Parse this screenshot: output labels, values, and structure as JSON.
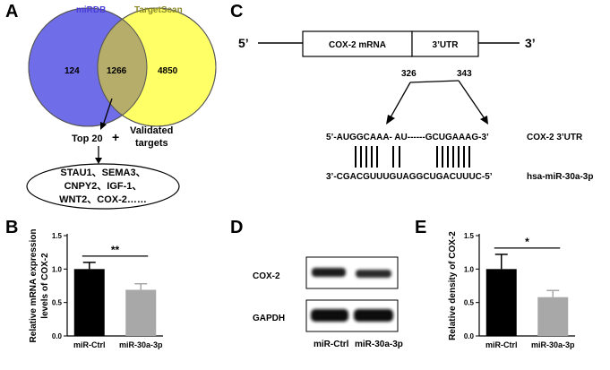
{
  "panels": {
    "a": {
      "letter": "A",
      "venn": {
        "left_label": "miRDB",
        "right_label": "TargetScan",
        "left_only": "124",
        "overlap": "1266",
        "right_only": "4850",
        "left_color": "#6f6de8",
        "right_color": "#ffff66",
        "overlap_color": "#b7ad6a",
        "left_label_color": "#4a3ed6",
        "right_label_color": "#8c8a2a"
      },
      "top_text": "Top 20",
      "plus": "+",
      "validated_line1": "Validated",
      "validated_line2": "targets",
      "genes": [
        "STAU1、SEMA3、",
        "CNPY2、IGF-1、",
        "WNT2、COX-2……"
      ]
    },
    "b": {
      "letter": "B",
      "significance": "**",
      "chart_data": {
        "type": "bar",
        "categories": [
          "miR-Ctrl",
          "miR-30a-3p"
        ],
        "values": [
          1.0,
          0.69
        ],
        "errors": [
          0.1,
          0.09
        ],
        "colors": [
          "#000000",
          "#a8a8a8"
        ],
        "ylabel": "Relative mRNA expression levels of COX-2",
        "ylim": [
          0,
          1.5
        ],
        "yticks": [
          "0.0",
          "0.5",
          "1.0",
          "1.5"
        ],
        "ytick_values": [
          0,
          0.5,
          1.0,
          1.5
        ]
      }
    },
    "c": {
      "letter": "C",
      "five_prime": "5’",
      "three_prime": "3’",
      "mrna_label": "COX-2 mRNA",
      "utr_label": "3’UTR",
      "pos_start": "326",
      "pos_end": "343",
      "seq_top": "5’-AUGGCAAA- AU------GCUGAAAG-3’",
      "seq_bottom": "3’-CGACGUUUGUAGGCUGACUUUC-5’",
      "label_top": "COX-2  3’UTR",
      "label_bottom": "hsa-miR-30a-3p"
    },
    "d": {
      "letter": "D",
      "rows": [
        "COX-2",
        "GAPDH"
      ],
      "lanes": [
        "miR-Ctrl",
        "miR-30a-3p"
      ]
    },
    "e": {
      "letter": "E",
      "significance": "*",
      "chart_data": {
        "type": "bar",
        "categories": [
          "miR-Ctrl",
          "miR-30a-3p"
        ],
        "values": [
          1.0,
          0.58
        ],
        "errors": [
          0.22,
          0.1
        ],
        "colors": [
          "#000000",
          "#a8a8a8"
        ],
        "ylabel": "Relative density of COX-2",
        "ylim": [
          0,
          1.5
        ],
        "yticks": [
          "0.0",
          "0.5",
          "1.0",
          "1.5"
        ],
        "ytick_values": [
          0,
          0.5,
          1.0,
          1.5
        ]
      }
    }
  }
}
